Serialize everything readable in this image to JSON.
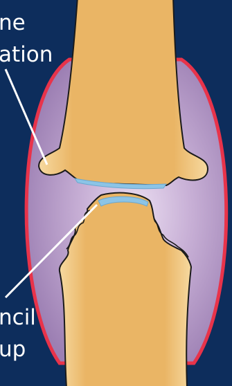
{
  "labels": {
    "top_line1": "ne",
    "top_line2": "ation",
    "bottom_line1": "ncil",
    "bottom_line2": "up"
  },
  "colors": {
    "background": "#0d2d5c",
    "capsule_fill": "#b89ec8",
    "capsule_outline": "#e8334a",
    "bone_outer": "#f6d9a0",
    "bone_inner": "#eab565",
    "cartilage": "#8cc4e6",
    "outline": "#1a1a1a",
    "label_text": "#ffffff"
  },
  "icons": {
    "osteophyte_top": "bone-spur",
    "pencil_cup_bottom": "pencil-in-cup-deformity"
  }
}
